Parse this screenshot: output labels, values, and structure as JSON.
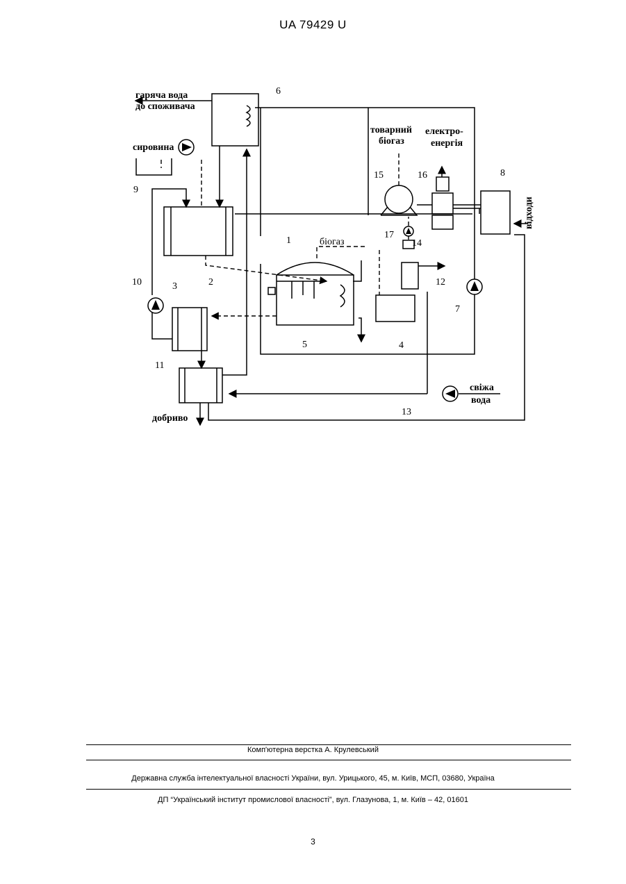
{
  "header": {
    "doc_id": "UA   79429   U"
  },
  "diagram": {
    "labels": {
      "hot_water": "гаряча вода",
      "to_consumer": "до споживача",
      "raw_material": "сировина",
      "commercial": "товарний",
      "biogas_word": "біогаз",
      "electro": "електро-",
      "energy": "енергія",
      "biogas": "біогаз",
      "waste": "відходи",
      "fresh": "свіжа",
      "water": "вода",
      "fertilizer": "добриво"
    },
    "numbers": {
      "n1": "1",
      "n2": "2",
      "n3": "3",
      "n4": "4",
      "n5": "5",
      "n6": "6",
      "n7": "7",
      "n8": "8",
      "n9": "9",
      "n10": "10",
      "n11": "11",
      "n12": "12",
      "n13": "13",
      "n14": "14",
      "n15": "15",
      "n16": "16",
      "n17": "17"
    }
  },
  "footer": {
    "layout": "Комп'ютерна верстка А. Крулевський",
    "service": "Державна служба інтелектуальної власності України, вул. Урицького, 45, м. Київ, МСП, 03680, Україна",
    "institute": "ДП “Український інститут промислової власності”, вул. Глазунова, 1, м. Київ – 42, 01601"
  },
  "page_number": "3"
}
